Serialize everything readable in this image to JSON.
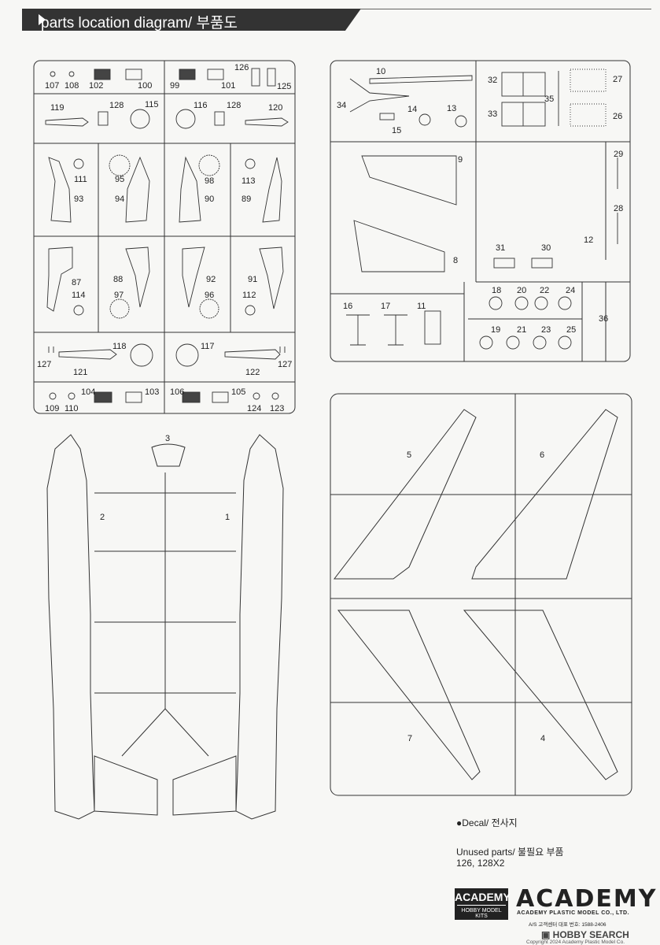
{
  "header": {
    "title": "parts location diagram/ 부품도"
  },
  "parts": {
    "a_top_left": [
      "107",
      "108",
      "102",
      "100"
    ],
    "a_top_right": [
      "99",
      "101",
      "126",
      "125"
    ],
    "a_row2_left": [
      "119",
      "128",
      "115"
    ],
    "a_row2_right": [
      "116",
      "128",
      "120"
    ],
    "a_row3": [
      "111",
      "93",
      "95",
      "94",
      "98",
      "90",
      "113",
      "89"
    ],
    "a_row4": [
      "87",
      "114",
      "88",
      "97",
      "92",
      "96",
      "91",
      "112"
    ],
    "a_row5_left": [
      "127",
      "121",
      "118"
    ],
    "a_row5_right": [
      "117",
      "122",
      "127"
    ],
    "a_row6_left": [
      "109",
      "110",
      "104",
      "103"
    ],
    "a_row6_right": [
      "106",
      "105",
      "124",
      "123"
    ],
    "b_sprue": [
      "10",
      "32",
      "27",
      "34",
      "14",
      "13",
      "15",
      "35",
      "33",
      "26",
      "9",
      "29",
      "28",
      "8",
      "31",
      "30",
      "12",
      "18",
      "20",
      "22",
      "24",
      "16",
      "17",
      "11",
      "36",
      "19",
      "21",
      "23",
      "25"
    ],
    "c_sprue": [
      "3",
      "2",
      "1"
    ],
    "d_sprue": [
      "5",
      "6",
      "7",
      "4"
    ]
  },
  "decal": {
    "label": "●Decal/ 전사지"
  },
  "unused": {
    "label": "Unused parts/ 불필요 부품",
    "value": "126, 128X2"
  },
  "brand": {
    "box_line1": "ACADEMY",
    "box_line2": "HOBBY MODEL KITS",
    "wordmark": "ACADEMY",
    "company": "ACADEMY PLASTIC MODEL CO., LTD.",
    "cs_line": "A/S 고객센터 대표 번호: 1588-2406"
  },
  "watermark": "▣ HOBBY SEARCH",
  "copyright": "Copyright 2024 Academy Plastic Model Co."
}
